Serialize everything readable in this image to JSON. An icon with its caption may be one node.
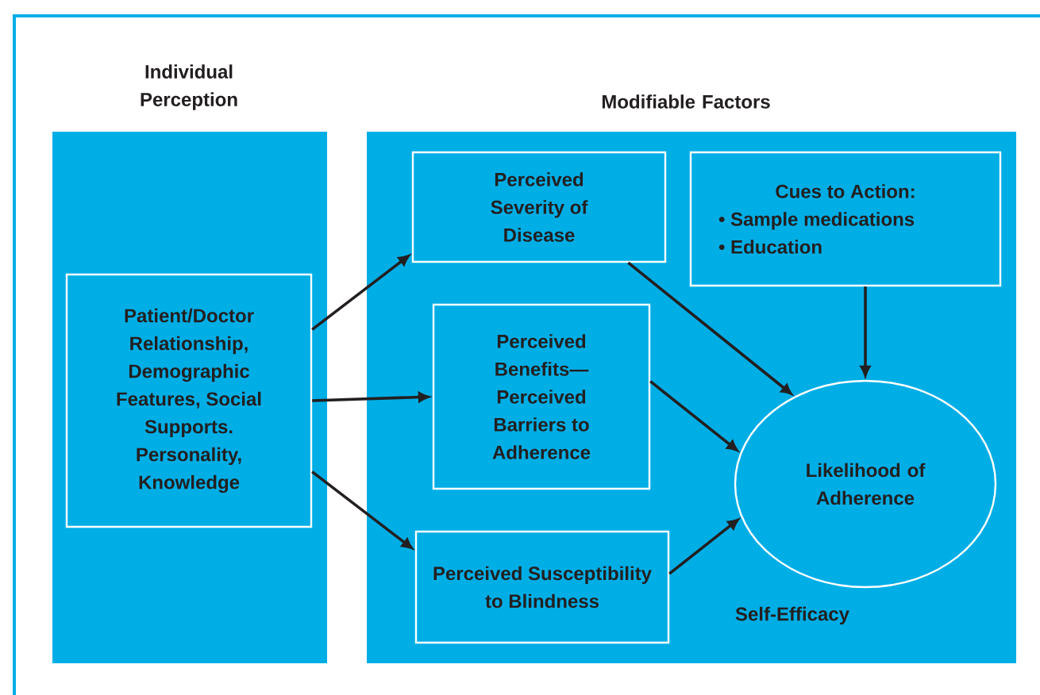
{
  "diagram": {
    "nodes": [
      {
        "text": [
          "Individual Perception"
        ]
      },
      {
        "text": [
          "Patient/Doctor Relationship, Demographic Features, Social Supports. Personality, Knowledge"
        ],
        "in": 0
      },
      {
        "text": [
          "Modifiable Factors"
        ]
      },
      {
        "text": [
          "Perceived Severity of Disease"
        ],
        "in": 2
      },
      {
        "text": [
          "Cues to Action:",
          "• Sample medications",
          "• Education"
        ],
        "in": 2
      },
      {
        "text": [
          "Perceived Benefits— Perceived Barriers to Adherence"
        ],
        "in": 2
      },
      {
        "text": [
          "Perceived Susceptibility to Blindness"
        ],
        "in": 2
      },
      {
        "text": [
          "Likelihood of Adherence"
        ],
        "in": 2,
        "beside": [
          "Self-Efficacy"
        ]
      }
    ],
    "edges": [
      {
        "from": 1,
        "to": 3,
        "arrow": "to"
      },
      {
        "from": 1,
        "to": 5,
        "arrow": "to"
      },
      {
        "from": 1,
        "to": 6,
        "arrow": "to"
      },
      {
        "from": 3,
        "to": 7,
        "arrow": "to"
      },
      {
        "from": 4,
        "to": 7,
        "arrow": "to"
      },
      {
        "from": 5,
        "to": 7,
        "arrow": "to"
      },
      {
        "from": 6,
        "to": 7,
        "arrow": "to"
      }
    ]
  }
}
